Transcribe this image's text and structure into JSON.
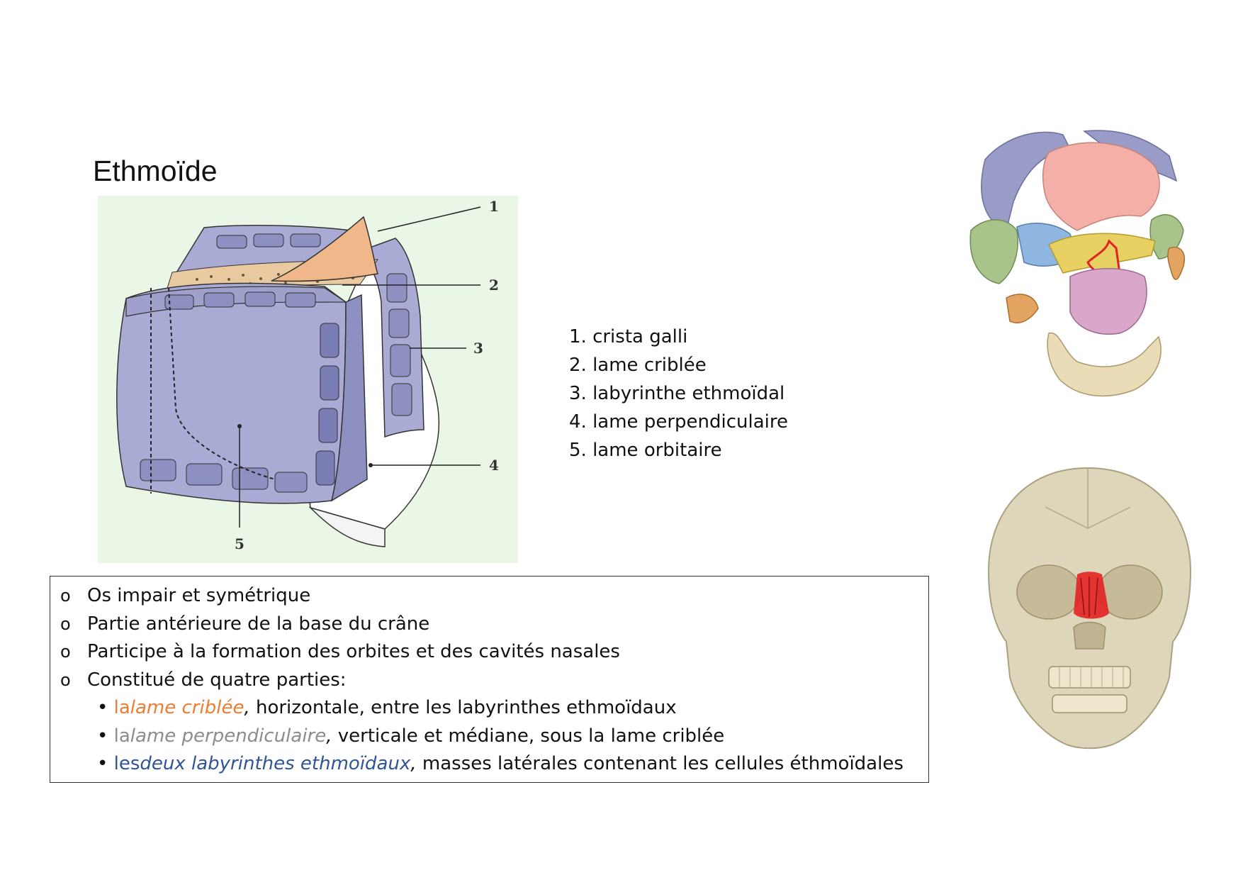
{
  "title": "Ethmoïde",
  "diagram": {
    "callouts": [
      "1",
      "2",
      "3",
      "4",
      "5"
    ]
  },
  "legend": [
    "1. crista galli",
    "2. lame criblée",
    "3. labyrinthe ethmoïdal",
    "4. lame perpendiculaire",
    "5. lame orbitaire"
  ],
  "bullet_glyph": "o",
  "sub_bullet_glyph": "•",
  "bullets": [
    "Os impair et symétrique",
    "Partie antérieure de la base du crâne",
    "Participe à la formation des orbites et des cavités nasales",
    "Constitué de quatre parties:"
  ],
  "parts": [
    {
      "article": "la ",
      "term": "lame criblée",
      "comma": ",",
      "rest": " horizontale, entre les labyrinthes ethmoïdaux",
      "color": "#ed7d31"
    },
    {
      "article": "la ",
      "term": "lame perpendiculaire",
      "comma": ",",
      "rest": " verticale et médiane, sous la lame criblée",
      "color": "#8c8c8c"
    },
    {
      "article": "les ",
      "term": "deux labyrinthes ethmoïdaux",
      "comma": ",",
      "rest": " masses latérales contenant les cellules éthmoïdales",
      "color": "#2f5597"
    }
  ],
  "colors": {
    "bone_body": "#a9abd4",
    "cribriform": "#e9c9a0",
    "crista": "#f0b88a",
    "diagram_bg": "#eaf6e6",
    "highlight_red": "#e32222"
  }
}
